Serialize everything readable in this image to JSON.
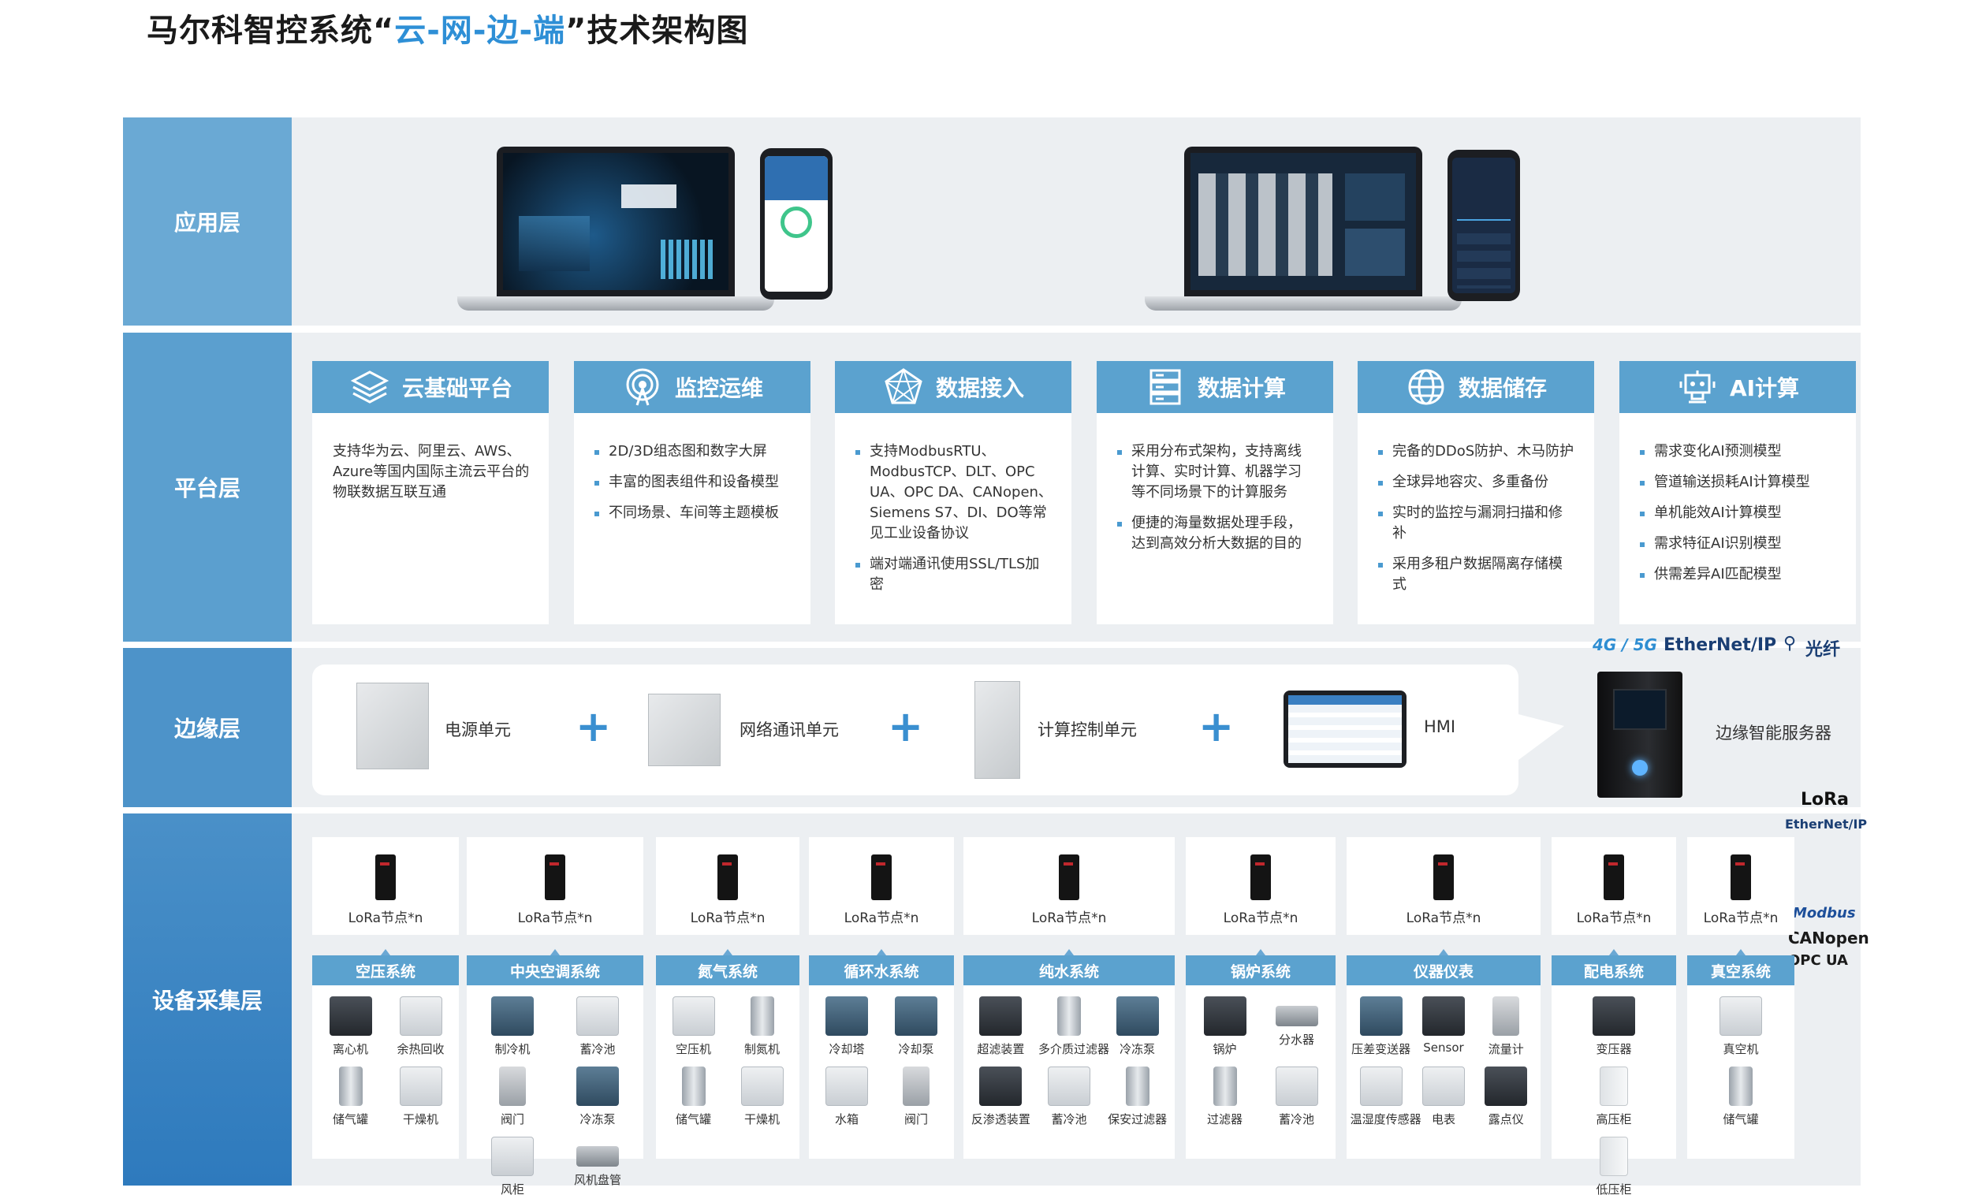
{
  "title": {
    "prefix": "马尔科智控系统“",
    "highlight": "云-网-边-端",
    "suffix": "”技术架构图"
  },
  "layers": {
    "app": "应用层",
    "platform": "平台层",
    "edge": "边缘层",
    "device": "设备采集层"
  },
  "platform_cards": [
    {
      "title": "云基础平台",
      "icon": "layers-icon",
      "items": [
        "支持华为云、阿里云、AWS、Azure等国内国际主流云平台的物联数据互联互通"
      ],
      "bullets": false
    },
    {
      "title": "监控运维",
      "icon": "broadcast-icon",
      "items": [
        "2D/3D组态图和数字大屏",
        "丰富的图表组件和设备模型",
        "不同场景、车间等主题模板"
      ],
      "bullets": true
    },
    {
      "title": "数据接入",
      "icon": "network-icon",
      "items": [
        "支持ModbusRTU、ModbusTCP、DLT、OPC UA、OPC DA、CANopen、Siemens S7、DI、DO等常见工业设备协议",
        "端对端通讯使用SSL/TLS加密"
      ],
      "bullets": true
    },
    {
      "title": "数据计算",
      "icon": "server-icon",
      "items": [
        "采用分布式架构，支持离线计算、实时计算、机器学习等不同场景下的计算服务",
        "便捷的海量数据处理手段，达到高效分析大数据的目的"
      ],
      "bullets": true
    },
    {
      "title": "数据储存",
      "icon": "globe-icon",
      "items": [
        "完备的DDoS防护、木马防护",
        "全球异地容灾、多重备份",
        "实时的监控与漏洞扫描和修补",
        "采用多租户数据隔离存储模式"
      ],
      "bullets": true
    },
    {
      "title": "AI计算",
      "icon": "robot-icon",
      "items": [
        "需求变化AI预测模型",
        "管道输送损耗AI计算模型",
        "单机能效AI计算模型",
        "需求特征AI识别模型",
        "供需差异AI匹配模型"
      ],
      "bullets": true
    }
  ],
  "edge": {
    "units": [
      "电源单元",
      "网络通讯单元",
      "计算控制单元",
      "HMI"
    ],
    "plus": "+",
    "server_label": "边缘智能服务器",
    "protocols_top": {
      "cellular": "4G / 5G",
      "ethernet": "EtherNet/IP",
      "fiber": "光纤"
    },
    "protocols_bottom": {
      "lora": "LoRa",
      "ethernet": "EtherNet/IP"
    }
  },
  "device_protocols": {
    "modbus": "Modbus",
    "canopen": "CANopen",
    "opcua": "OPC UA"
  },
  "node_label": "LoRa节点*n",
  "systems": [
    {
      "name": "空压系统",
      "items": [
        [
          "离心机",
          "dark"
        ],
        [
          "余热回收",
          "grey"
        ],
        [
          "储气罐",
          "tank"
        ],
        [
          "干燥机",
          "grey"
        ]
      ]
    },
    {
      "name": "中央空调系统",
      "items": [
        [
          "制冷机",
          "blue"
        ],
        [
          "蓄冷池",
          "grey"
        ],
        [
          "阀门",
          "valve"
        ],
        [
          "冷冻泵",
          "blue"
        ],
        [
          "风柜",
          "grey"
        ],
        [
          "风机盘管",
          "pipe"
        ]
      ]
    },
    {
      "name": "氮气系统",
      "items": [
        [
          "空压机",
          "grey"
        ],
        [
          "制氮机",
          "tank"
        ],
        [
          "储气罐",
          "tank"
        ],
        [
          "干燥机",
          "grey"
        ]
      ]
    },
    {
      "name": "循环水系统",
      "items": [
        [
          "冷却塔",
          "blue"
        ],
        [
          "冷却泵",
          "blue"
        ],
        [
          "水箱",
          "grey"
        ],
        [
          "阀门",
          "valve"
        ]
      ]
    },
    {
      "name": "纯水系统",
      "items": [
        [
          "超滤装置",
          "dark"
        ],
        [
          "多介质过滤器",
          "tank"
        ],
        [
          "冷冻泵",
          "blue"
        ],
        [
          "反渗透装置",
          "dark"
        ],
        [
          "蓄冷池",
          "grey"
        ],
        [
          "保安过滤器",
          "tank"
        ]
      ]
    },
    {
      "name": "锅炉系统",
      "items": [
        [
          "锅炉",
          "dark"
        ],
        [
          "分水器",
          "pipe"
        ],
        [
          "过滤器",
          "tank"
        ],
        [
          "蓄冷池",
          "grey"
        ]
      ]
    },
    {
      "name": "仪器仪表",
      "items": [
        [
          "压差变送器",
          "blue"
        ],
        [
          "Sensor",
          "dark"
        ],
        [
          "流量计",
          "valve"
        ],
        [
          "温湿度传感器",
          "grey"
        ],
        [
          "电表",
          "grey"
        ],
        [
          "露点仪",
          "dark"
        ]
      ]
    },
    {
      "name": "配电系统",
      "items": [
        [
          "变压器",
          "dark"
        ],
        [
          "高压柜",
          "cab"
        ],
        [
          "低压柜",
          "cab"
        ]
      ]
    },
    {
      "name": "真空系统",
      "items": [
        [
          "真空机",
          "grey"
        ],
        [
          "储气罐",
          "tank"
        ]
      ]
    }
  ]
}
